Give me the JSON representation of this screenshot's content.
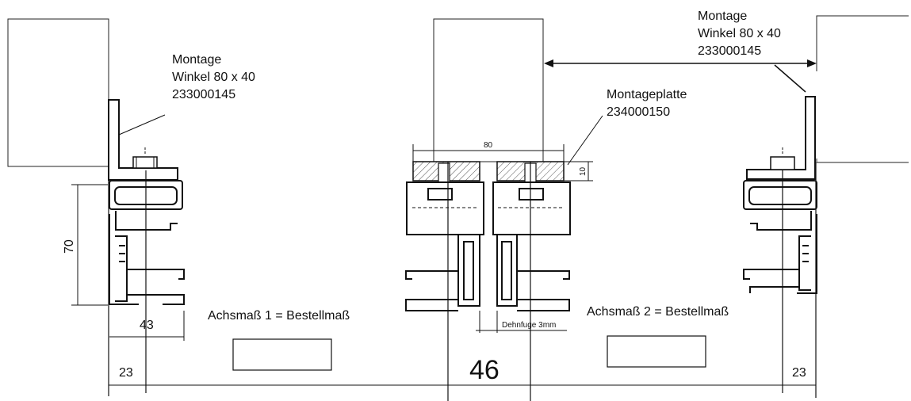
{
  "labels": {
    "montage_left_1": "Montage",
    "montage_left_2": "Winkel 80 x 40",
    "montage_left_3": "233000145",
    "montage_right_1": "Montage",
    "montage_right_2": "Winkel 80 x 40",
    "montage_right_3": "233000145",
    "platte_1": "Montageplatte",
    "platte_2": "234000150",
    "achsmass_1": "Achsmaß 1 = Bestellmaß",
    "achsmass_2": "Achsmaß 2 = Bestellmaß",
    "dehnfuge": "Dehnfuge 3mm"
  },
  "dimensions": {
    "height_70": "70",
    "width_43": "43",
    "width_80": "80",
    "height_10": "10",
    "offset_left_23": "23",
    "center_46": "46",
    "offset_right_23": "23"
  },
  "colors": {
    "line": "#1a1a1a",
    "hatch": "#555555",
    "profile_fill": "#f2f2f2"
  }
}
